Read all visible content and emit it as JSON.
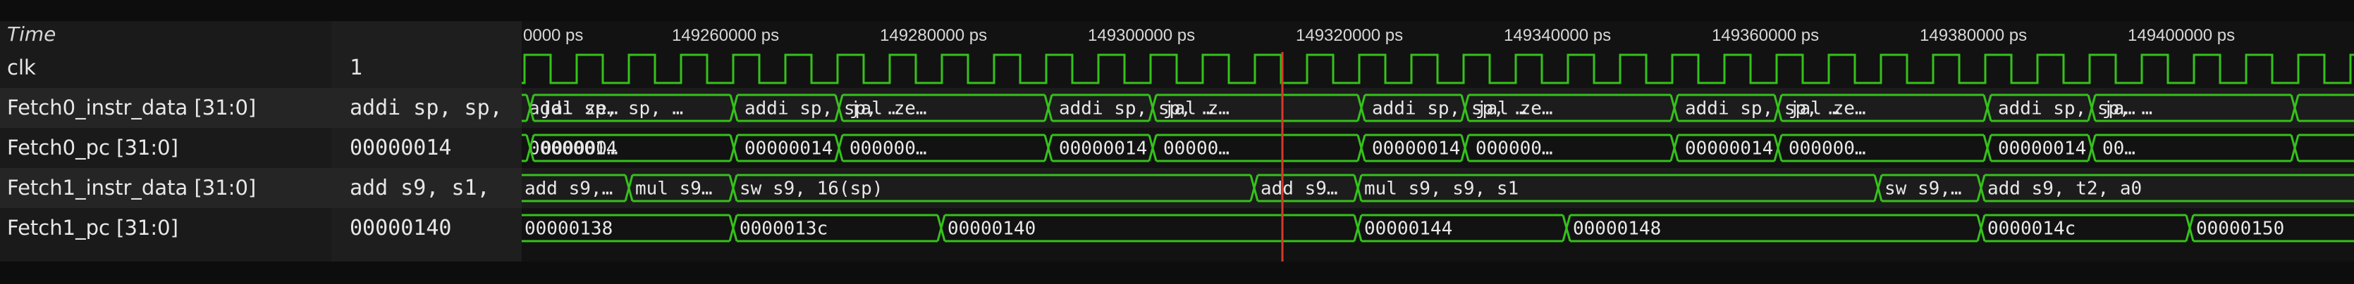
{
  "colors": {
    "wave": "#35c21b",
    "cursor": "#d63a2a",
    "text": "#e8e8e8"
  },
  "timeline": {
    "header_label": "Time",
    "ticks": [
      {
        "label": "0000 ps"
      },
      {
        "label": "149260000 ps"
      },
      {
        "label": "149280000 ps"
      },
      {
        "label": "149300000 ps"
      },
      {
        "label": "149320000 ps"
      },
      {
        "label": "149340000 ps"
      },
      {
        "label": "149360000 ps"
      },
      {
        "label": "149380000 ps"
      },
      {
        "label": "149400000 ps"
      }
    ]
  },
  "signals": [
    {
      "name": "clk",
      "value": "1",
      "type": "clock"
    },
    {
      "name": "Fetch0_instr_data [31:0]",
      "value": "addi sp, sp,",
      "type": "bus",
      "segments": [
        "addi sp, sp, …",
        "jal ze…",
        "addi sp, sp, …",
        "jal ze…",
        "addi sp, sp, …",
        "jal z…",
        "addi sp, sp, …",
        "jal ze…",
        "addi sp, sp, …",
        "jal ze…",
        "addi sp, sp, …",
        "ja…"
      ]
    },
    {
      "name": "Fetch0_pc [31:0]",
      "value": "00000014",
      "type": "bus",
      "segments": [
        "00000014",
        "000000…",
        "00000014",
        "000000…",
        "00000014",
        "00000…",
        "00000014",
        "000000…",
        "00000014",
        "000000…",
        "00000014",
        "00…"
      ]
    },
    {
      "name": "Fetch1_instr_data [31:0]",
      "value": "add s9, s1,",
      "type": "bus",
      "segments": [
        "add s9,…",
        "mul s9…",
        "sw s9, 16(sp)",
        "add s9…",
        "mul s9, s9, s1",
        "sw s9,…",
        "add s9, t2, a0"
      ]
    },
    {
      "name": "Fetch1_pc [31:0]",
      "value": "00000140",
      "type": "bus",
      "segments": [
        "00000138",
        "0000013c",
        "00000140",
        "00000144",
        "00000148",
        "0000014c",
        "00000150"
      ]
    }
  ]
}
